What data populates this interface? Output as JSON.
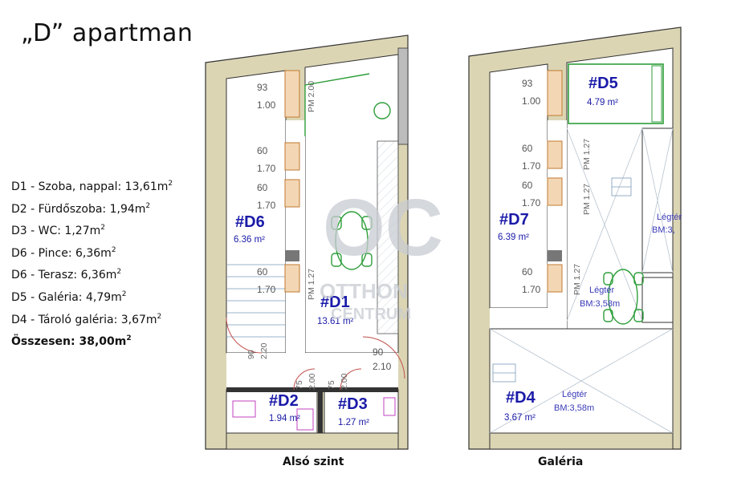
{
  "title": "„D” apartman",
  "legend": [
    {
      "text": "D1 - Szoba, nappal: 13,61m",
      "sup": "2"
    },
    {
      "text": "D2 - Fürdőszoba: 1,94m",
      "sup": "2"
    },
    {
      "text": "D3 - WC: 1,27m",
      "sup": "2"
    },
    {
      "text": "D6 - Pince: 6,36m",
      "sup": "2"
    },
    {
      "text": "D6 - Terasz: 6,36m",
      "sup": "2"
    },
    {
      "text": "D5 - Galéria: 4,79m",
      "sup": "2"
    },
    {
      "text": "D4 - Tároló galéria: 3,67m",
      "sup": "2"
    }
  ],
  "total": {
    "text": "Összesen: 38,00m",
    "sup": "2"
  },
  "captions": {
    "lower": "Alsó szint",
    "gallery": "Galéria"
  },
  "watermark": {
    "logo": "OC",
    "line1": "OTTHON",
    "line2": "CENTRUM"
  },
  "lower_plan": {
    "rooms": {
      "d6": {
        "code": "#D6",
        "area": "6.36 m²"
      },
      "d1": {
        "code": "#D1",
        "area": "13.61 m²"
      },
      "d2": {
        "code": "#D2",
        "area": "1.94 m²"
      },
      "d3": {
        "code": "#D3",
        "area": "1.27 m²"
      }
    },
    "windows": [
      {
        "width": "93",
        "height": "1.00"
      },
      {
        "width": "60",
        "height": "1.70"
      },
      {
        "width": "60",
        "height": "1.70"
      },
      {
        "width": "60",
        "height": "1.70"
      }
    ],
    "pm_labels": [
      "PM 2.00",
      "PM 1.27"
    ],
    "doors": [
      {
        "width": "90",
        "height": "2.20"
      },
      {
        "width": "75",
        "height": "2.00"
      },
      {
        "width": "75",
        "height": "2.00"
      },
      {
        "width": "90",
        "height": "2.10"
      }
    ]
  },
  "gallery_plan": {
    "rooms": {
      "d7": {
        "code": "#D7",
        "area": "6.39 m²"
      },
      "d5": {
        "code": "#D5",
        "area": "4.79 m²"
      },
      "d4": {
        "code": "#D4",
        "area": "3.67 m²"
      }
    },
    "windows": [
      {
        "width": "93",
        "height": "1.00"
      },
      {
        "width": "60",
        "height": "1.70"
      },
      {
        "width": "60",
        "height": "1.70"
      },
      {
        "width": "60",
        "height": "1.70"
      }
    ],
    "pm_labels": [
      "PM 1.27",
      "PM 1.27",
      "PM 1.27"
    ],
    "airspace": [
      {
        "title": "Légtér",
        "value": "BM:3,"
      },
      {
        "title": "Légtér",
        "value": "BM:3,58m"
      },
      {
        "title": "Légtér",
        "value": "BM:3,58m"
      }
    ]
  }
}
